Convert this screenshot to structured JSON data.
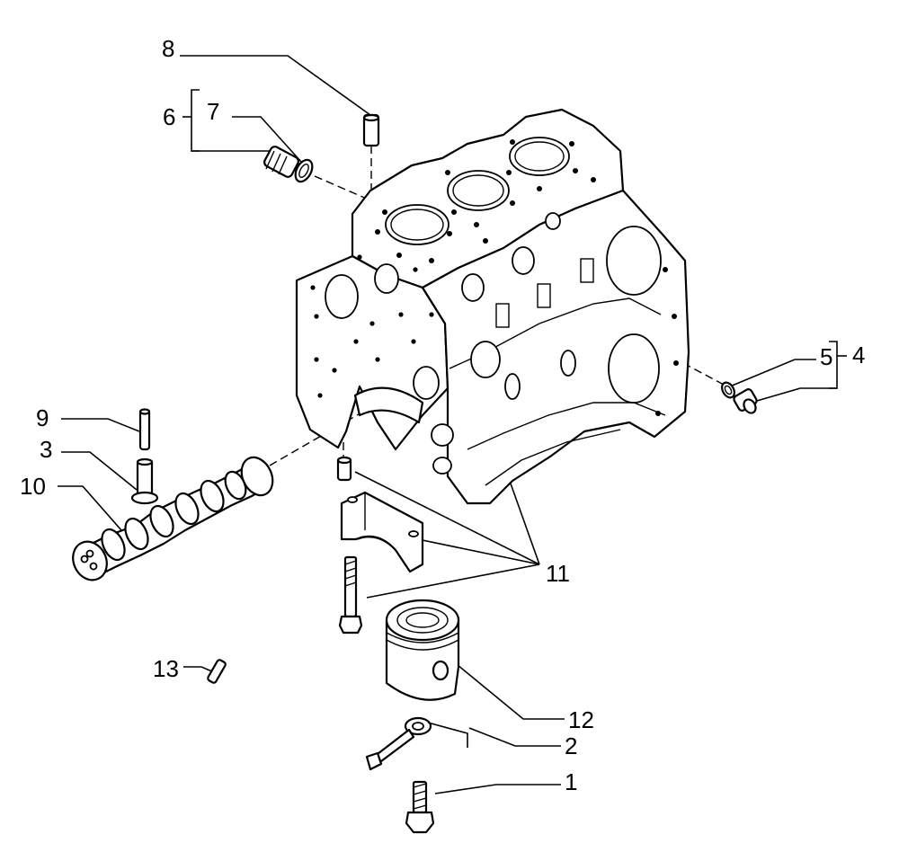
{
  "callouts": {
    "c1": "1",
    "c2": "2",
    "c3": "3",
    "c4": "4",
    "c5": "5",
    "c6": "6",
    "c7": "7",
    "c8": "8",
    "c9": "9",
    "c10": "10",
    "c11": "11",
    "c12": "12",
    "c13": "13"
  },
  "line_color": "#000000",
  "background": "#ffffff"
}
